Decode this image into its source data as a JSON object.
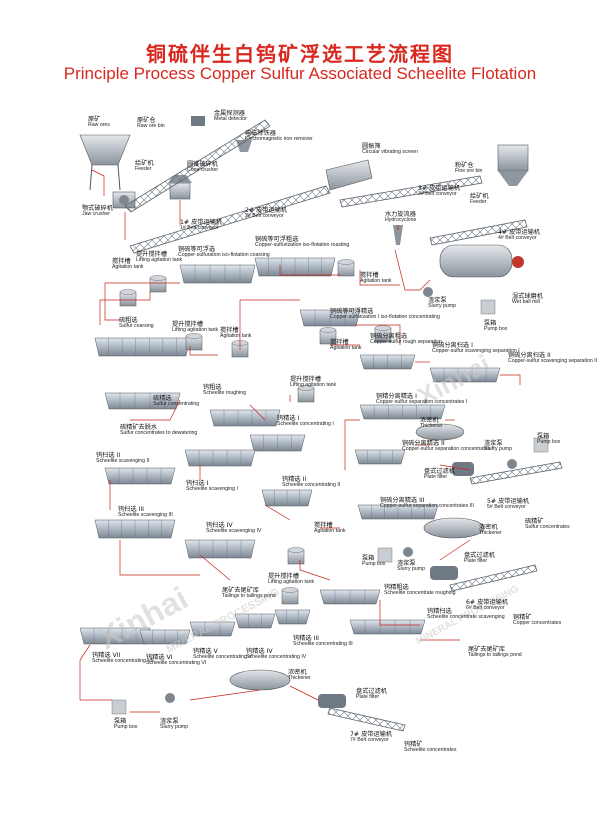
{
  "title_cn": "铜硫伴生白钨矿浮选工艺流程图",
  "title_en": "Principle Process Copper Sulfur Associated Scheelite Flotation",
  "watermark_1": "Xinhai",
  "watermark_2": "MINERAL PROCESSING",
  "labels": {
    "raw_ores": {
      "cn": "原矿",
      "en": "Raw ores"
    },
    "raw_ore_bin": {
      "cn": "原矿仓",
      "en": "Raw ore bin"
    },
    "metal_detector": {
      "cn": "金属探测器",
      "en": "Metal detector"
    },
    "iron_remover": {
      "cn": "电磁除铁器",
      "en": "Electromagnetic iron remover"
    },
    "feeder_1": {
      "cn": "给矿机",
      "en": "Feeder"
    },
    "cone_crusher": {
      "cn": "圆锥破碎机",
      "en": "Cone crusher"
    },
    "jaw_crusher": {
      "cn": "颚式破碎机",
      "en": "Jaw crusher"
    },
    "belt_1": {
      "cn": "1# 皮带运输机",
      "en": "1# Belt conveyor"
    },
    "belt_2": {
      "cn": "2# 皮带运输机",
      "en": "2# Belt conveyor"
    },
    "circular_screen": {
      "cn": "圆振筛",
      "en": "Circular vibrating screen"
    },
    "fine_ore_bin": {
      "cn": "粉矿仓",
      "en": "Fine ore bin"
    },
    "belt_3": {
      "cn": "3# 皮带运输机",
      "en": "3# Belt conveyor"
    },
    "feeder_2": {
      "cn": "给矿机",
      "en": "Feeder"
    },
    "hydrocyclone": {
      "cn": "水力旋流器",
      "en": "Hydrocyclone"
    },
    "belt_4": {
      "cn": "4# 皮带运输机",
      "en": "4# Belt conveyor"
    },
    "lifting_tank_1": {
      "cn": "提升搅拌槽",
      "en": "Lifting agitation tank"
    },
    "cs_iso_flot": {
      "cn": "铜硫等可浮选",
      "en": "Copper-sulfuration iso-flotation coarsing"
    },
    "cs_iso_flot_tank": {
      "cn": "铜硫等可浮粗选",
      "en": "Copper-sulfurization iso-flotation roasting"
    },
    "agitation_tank_1": {
      "cn": "搅拌槽",
      "en": "Agitation tank"
    },
    "agitation_tank_2": {
      "cn": "搅拌槽",
      "en": "Agitation tank"
    },
    "wet_ball_mill": {
      "cn": "湿式球磨机",
      "en": "Wet ball mill"
    },
    "slurry_pump_1": {
      "cn": "渣浆泵",
      "en": "Slurry pump"
    },
    "pump_box_1": {
      "cn": "泵箱",
      "en": "Pump box"
    },
    "sulfur_coarsing": {
      "cn": "硫粗选",
      "en": "Sulfur coarsing"
    },
    "lifting_tank_2": {
      "cn": "提升搅拌槽",
      "en": "Lifting agitation tank"
    },
    "agitation_tank_3": {
      "cn": "搅拌槽",
      "en": "Agitation tank"
    },
    "cs_iso_conc": {
      "cn": "铜硫等可浮精选",
      "en": "Copper-sulfurization I iso-flotation concentrating"
    },
    "agitation_tank_4": {
      "cn": "搅拌槽",
      "en": "Agitation tank"
    },
    "cs_sep_rough": {
      "cn": "铜硫分离粗选",
      "en": "Copper-sulfur rough separation"
    },
    "cs_scav_1": {
      "cn": "铜硫分离扫选 I",
      "en": "Copper-sulfur scavenging separation I"
    },
    "cs_scav_2": {
      "cn": "铜硫分离扫选 II",
      "en": "Copper-sulfur scavenging separation II"
    },
    "lifting_tank_3": {
      "cn": "提升搅拌槽",
      "en": "Lifting agitation tank"
    },
    "sch_rough": {
      "cn": "钨粗选",
      "en": "Scheelite roughing"
    },
    "sulfur_conc": {
      "cn": "硫精选",
      "en": "Sulfur concentrating"
    },
    "sulfur_dewater": {
      "cn": "硫精矿去脱水",
      "en": "Sulfur concentrates to dewatering"
    },
    "cs_sep_conc_1": {
      "cn": "铜精分离精选 I",
      "en": "Copper-sulfur separation concentrates I"
    },
    "thickener_1": {
      "cn": "浓密机",
      "en": "Thickener"
    },
    "sch_conc_1": {
      "cn": "钨精选 I",
      "en": "Scheelite concentrating I"
    },
    "cs_sep_conc_2": {
      "cn": "铜硫分离精选 II",
      "en": "Copper-sulfur separation concentrates II"
    },
    "pump_box_2": {
      "cn": "泵箱",
      "en": "Pump box"
    },
    "slurry_pump_2": {
      "cn": "渣浆泵",
      "en": "Slurry pump"
    },
    "sch_scav_2": {
      "cn": "钨扫选 II",
      "en": "Scheelite scavenging II"
    },
    "sch_conc_2": {
      "cn": "钨精选 II",
      "en": "Scheelite concentrating II"
    },
    "plate_filter_1": {
      "cn": "盘式过滤机",
      "en": "Plate filter"
    },
    "sch_scav_1": {
      "cn": "钨扫选 I",
      "en": "Scheelite scavenging I"
    },
    "cs_sep_conc_3": {
      "cn": "铜硫分离精选 III",
      "en": "Copper-sulfur separation concentrates III"
    },
    "belt_5": {
      "cn": "5# 皮带运输机",
      "en": "5# Belt conveyor"
    },
    "sulfur_concentrates": {
      "cn": "硫精矿",
      "en": "Sulfur concentrates"
    },
    "sch_scav_3": {
      "cn": "钨扫选 III",
      "en": "Scheelite scavenging III"
    },
    "sch_scav_4": {
      "cn": "钨扫选 IV",
      "en": "Scheelite scavenging IV"
    },
    "agitation_tank_5": {
      "cn": "搅拌槽",
      "en": "Agitation tank"
    },
    "thickener_2": {
      "cn": "浓密机",
      "en": "Thickener"
    },
    "pump_box_3": {
      "cn": "泵箱",
      "en": "Pump box"
    },
    "slurry_pump_3": {
      "cn": "渣浆泵",
      "en": "Slurry pump"
    },
    "plate_filter_2": {
      "cn": "盘式过滤机",
      "en": "Plate filter"
    },
    "lifting_tank_4": {
      "cn": "提升搅拌槽",
      "en": "Lifting agitation tank"
    },
    "sch_conc_rough": {
      "cn": "钨精粗选",
      "en": "Scheelite concentrate roughing"
    },
    "belt_6": {
      "cn": "6# 皮带运输机",
      "en": "6# Belt conveyor"
    },
    "tailings_1": {
      "cn": "尾矿去尾矿库",
      "en": "Tailings to tailings pond"
    },
    "copper_concentrates": {
      "cn": "铜精矿",
      "en": "Copper concentrates"
    },
    "sch_conc_scav": {
      "cn": "钨精扫选",
      "en": "Scheelite concentrate scavenging"
    },
    "tailings_2": {
      "cn": "尾矿去尾矿库",
      "en": "Tailings to tailings pond"
    },
    "sch_conc_7": {
      "cn": "钨精选 VII",
      "en": "Scheelite concentrating VII"
    },
    "sch_conc_6": {
      "cn": "钨精选 VI",
      "en": "Scheelite concentrating VI"
    },
    "sch_conc_5": {
      "cn": "钨精选 V",
      "en": "Scheelite concentrating V"
    },
    "sch_conc_4": {
      "cn": "钨精选 IV",
      "en": "Scheelite concentrating IV"
    },
    "sch_conc_3": {
      "cn": "钨精选 III",
      "en": "Scheelite concentrating III"
    },
    "thickener_3": {
      "cn": "浓密机",
      "en": "Thickener"
    },
    "pump_box_4": {
      "cn": "泵箱",
      "en": "Pump box"
    },
    "slurry_pump_4": {
      "cn": "渣浆泵",
      "en": "Slurry pump"
    },
    "plate_filter_3": {
      "cn": "盘式过滤机",
      "en": "Plate filter"
    },
    "belt_7": {
      "cn": "7# 皮带运输机",
      "en": "7# Belt conveyor"
    },
    "sch_concentrates": {
      "cn": "钨精矿",
      "en": "Scheelite concentrates"
    }
  },
  "colors": {
    "title": "#d8281f",
    "flow": "#c8231b",
    "equipment": "#9aa3ad",
    "equipment_dark": "#5c6570"
  }
}
